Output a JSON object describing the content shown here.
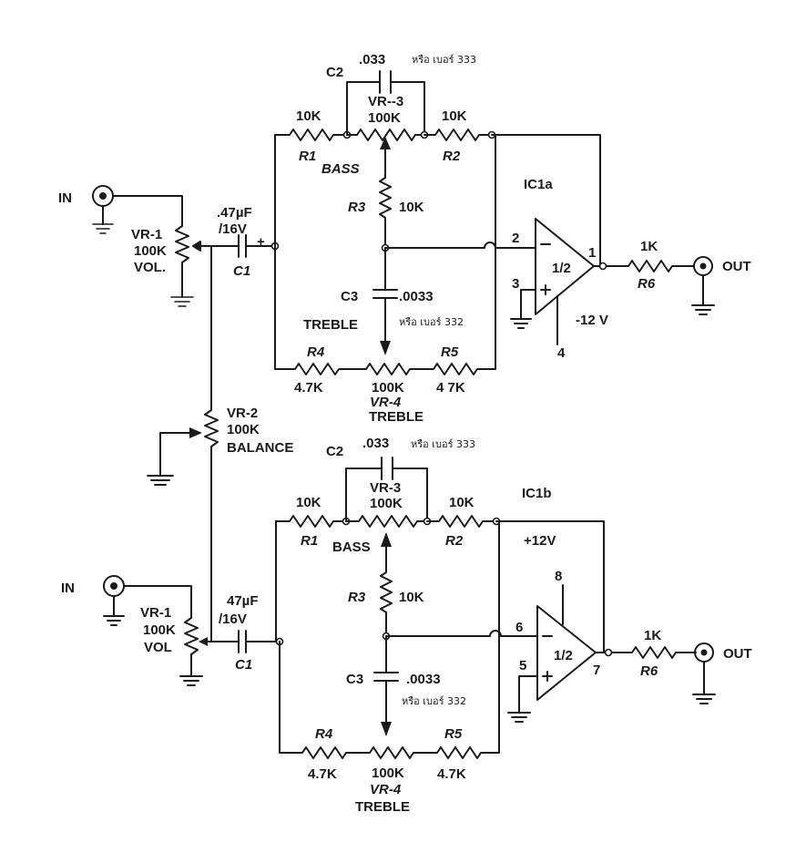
{
  "top": {
    "in": "IN",
    "out": "OUT",
    "c2_name": "C2",
    "c2_value": ".033",
    "c2_alt": "หรือ เบอร์ 333",
    "vr3_name": "VR--3",
    "vr3_value": "100K",
    "bass": "BASS",
    "r1_value": "10K",
    "r1_name": "R1",
    "r2_value": "10K",
    "r2_name": "R2",
    "r3_name": "R3",
    "r3_value": "10K",
    "c3_name": "C3",
    "c3_value": ".0033",
    "c3_alt": "หรือ เบอร์ 332",
    "treble_c3": "TREBLE",
    "r4_name": "R4",
    "r4_value": "4.7K",
    "vr4_value": "100K",
    "vr4_name": "VR-4",
    "vr4_treble": "TREBLE",
    "r5_name": "R5",
    "r5_value": "4 7K",
    "ic_name": "IC1a",
    "ic_half": "1/2",
    "pin2": "2",
    "pin3": "3",
    "pin1": "1",
    "pin4": "4",
    "supply": "-12 V",
    "r6_value": "1K",
    "r6_name": "R6",
    "vr1_name": "VR-1",
    "vr1_value": "100K",
    "vr1_vol": "VOL.",
    "c1_value1": ".47µF",
    "c1_value2": "/16V",
    "c1_plus": "+",
    "c1_name": "C1"
  },
  "balance": {
    "name": "VR-2",
    "value": "100K",
    "label": "BALANCE"
  },
  "bottom": {
    "in": "IN",
    "out": "OUT",
    "c2_name": "C2",
    "c2_value": ".033",
    "c2_alt": "หรือ เบอร์ 333",
    "vr3_name": "VR-3",
    "vr3_value": "100K",
    "bass": "BASS",
    "r1_value": "10K",
    "r1_name": "R1",
    "r2_value": "10K",
    "r2_name": "R2",
    "r3_name": "R3",
    "r3_value": "10K",
    "c3_name": "C3",
    "c3_value": ".0033",
    "c3_alt": "หรือ เบอร์ 332",
    "r4_name": "R4",
    "r4_value": "4.7K",
    "vr4_value": "100K",
    "vr4_name": "VR-4",
    "vr4_treble": "TREBLE",
    "r5_name": "R5",
    "r5_value": "4.7K",
    "ic_name": "IC1b",
    "ic_half": "1/2",
    "pin6": "6",
    "pin5": "5",
    "pin7": "7",
    "pin8": "8",
    "supply": "+12V",
    "r6_value": "1K",
    "r6_name": "R6",
    "vr1_name": "VR-1",
    "vr1_value": "100K",
    "vr1_vol": "VOL",
    "c1_value1": "47µF",
    "c1_value2": "/16V",
    "c1_name": "C1"
  }
}
